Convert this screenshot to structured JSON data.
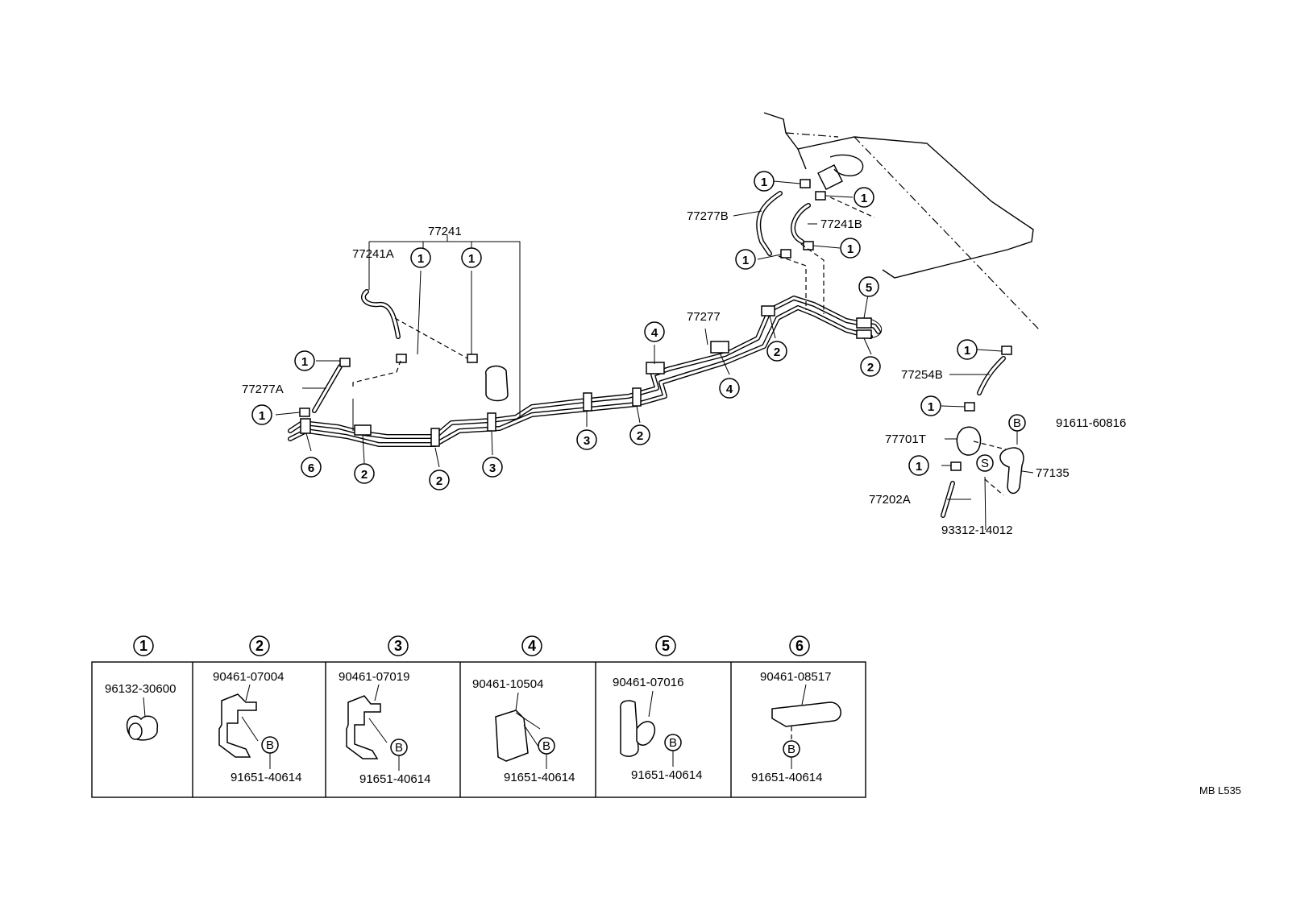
{
  "diagram": {
    "callouts": {
      "c1": "1",
      "c2": "2",
      "c3": "3",
      "c4": "4",
      "c5": "5",
      "c6": "6",
      "b": "B",
      "s": "S"
    },
    "labels": {
      "p77241": "77241",
      "p77241A": "77241A",
      "p77241B": "77241B",
      "p77277": "77277",
      "p77277A": "77277A",
      "p77277B": "77277B",
      "p77254B": "77254B",
      "p77701T": "77701T",
      "p77135": "77135",
      "p77202A": "77202A",
      "p93312": "93312-14012",
      "p91611": "91611-60816"
    },
    "legend": [
      {
        "num": "1",
        "part": "96132-30600",
        "sub": ""
      },
      {
        "num": "2",
        "part": "90461-07004",
        "sub": "91651-40614"
      },
      {
        "num": "3",
        "part": "90461-07019",
        "sub": "91651-40614"
      },
      {
        "num": "4",
        "part": "90461-10504",
        "sub": "91651-40614"
      },
      {
        "num": "5",
        "part": "90461-07016",
        "sub": "91651-40614"
      },
      {
        "num": "6",
        "part": "90461-08517",
        "sub": "91651-40614"
      }
    ],
    "figure_code": "MB L535"
  }
}
